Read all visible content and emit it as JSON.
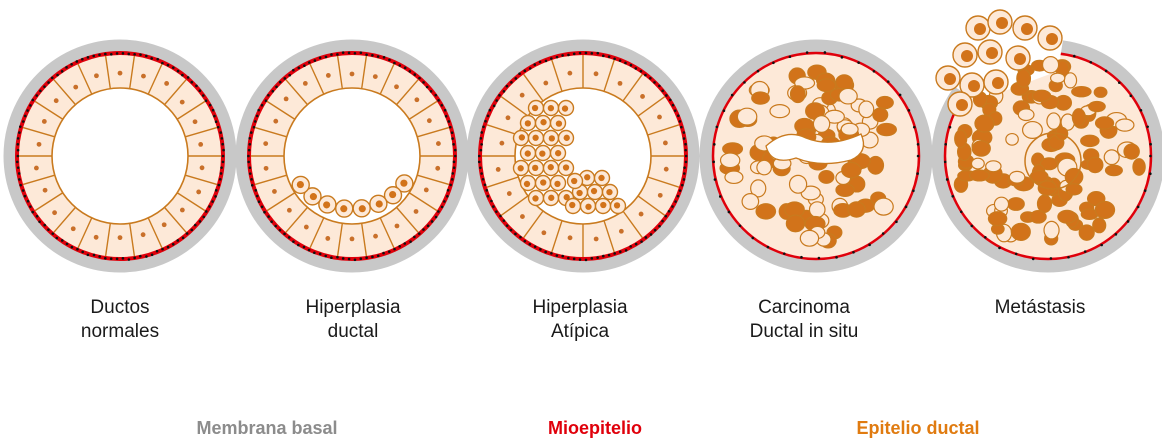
{
  "stages": [
    {
      "id": "normal",
      "label_lines": [
        "Ductos",
        "normales"
      ]
    },
    {
      "id": "hyperplasia",
      "label_lines": [
        "Hiperplasia",
        "ductal"
      ]
    },
    {
      "id": "atypical",
      "label_lines": [
        "Hiperplasia",
        "Atípica"
      ]
    },
    {
      "id": "dcis",
      "label_lines": [
        "Carcinoma",
        "Ductal in situ"
      ]
    },
    {
      "id": "metastasis",
      "label_lines": [
        "Metástasis"
      ]
    }
  ],
  "legend": [
    {
      "id": "basement-membrane",
      "label": "Membrana basal",
      "color": "#8c8c8c"
    },
    {
      "id": "myoepithelium",
      "label": "Mioepitelio",
      "color": "#e0000b"
    },
    {
      "id": "ductal-epithelium",
      "label": "Epitelio ductal",
      "color": "#e07b10"
    }
  ],
  "colors": {
    "membrane": "#c8c8c8",
    "myoepithelium": "#e0000b",
    "cell_fill": "#fde9d8",
    "cell_stroke": "#c97a1e",
    "nucleus": "#c9702a",
    "tumor_nucleus": "#d2731a"
  }
}
